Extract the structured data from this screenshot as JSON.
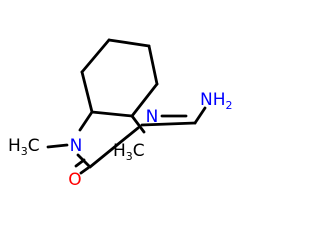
{
  "molecule": {
    "colors": {
      "carbon": "#000000",
      "nitrogen": "#0000ff",
      "oxygen": "#ff0000"
    },
    "labels": {
      "methyl_left_h": "H",
      "methyl_left_sub": "3",
      "methyl_left_c": "C",
      "amide_n": "N",
      "carbonyl_o": "O",
      "amine_n": "N",
      "methyl_right_h": "H",
      "methyl_right_sub": "3",
      "methyl_right_c": "C",
      "amino_n": "NH",
      "amino_sub": "2"
    }
  }
}
